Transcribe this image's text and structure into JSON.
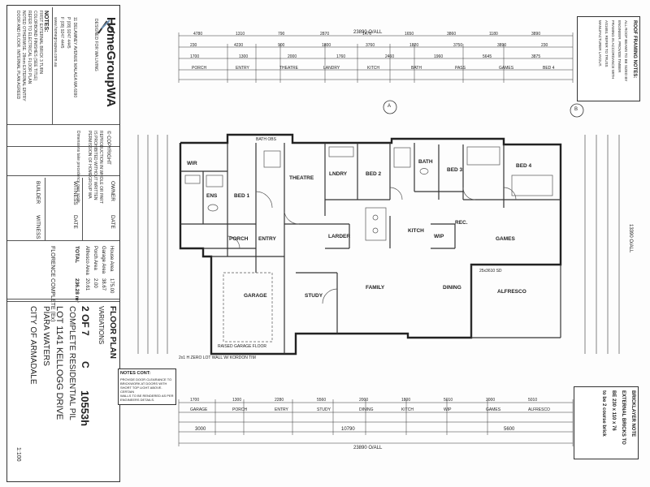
{
  "title_block": {
    "company": "HomeGroupWA",
    "company_tagline": "DESIGNED FOR WA LIVING",
    "address": "11 DELAWNEY AVENUE MALAGA WA 6090",
    "phone": "P (08) 9247 4445",
    "fax": "F (08) 9247 4445",
    "web": "www.homegroupwa.com.au",
    "notes_title": "NOTES:",
    "notes_lines": [
      "FIRST EXTERNAL BRICK 3 TURN",
      "COLORBOND FINISHES (SEE TITLE)",
      "REFER TO ELECTRICAL FLOOR PLAN",
      "NOTED OTHERWISE. 28mm EXTERNAL ENTRY",
      "DOOR AND FLOOR. INTERNAL PLAN AGREED"
    ],
    "copyright": "© COPYRIGHT",
    "copyright_lines": [
      "REPRODUCTION IN WHOLE OR PART",
      "IS PROHIBITED WITHOUT WRITTEN",
      "PERMISSION OF HOMEGROUP WA"
    ],
    "dims_note": "Dimensions take precedence over scale",
    "sign_rows": [
      {
        "label": "OWNER",
        "value": "DATE"
      },
      {
        "label": "WITNESS",
        "value": "DATE"
      },
      {
        "label": "BUILDER",
        "value": "WITNESS"
      }
    ],
    "areas": [
      {
        "label": "House Area",
        "value": "175.00"
      },
      {
        "label": "Garage Area",
        "value": "38.67"
      },
      {
        "label": "Porch Area",
        "value": "2.00"
      },
      {
        "label": "Alfresco Area",
        "value": "20.61"
      },
      {
        "label": "TOTAL",
        "value": "236.28 m²"
      }
    ],
    "florence": "FLORENCE COMPLETE (Ex)",
    "drawing_title": "FLOOR PLAN",
    "variations": "VARIATIONS",
    "sheet": "2 OF 7",
    "job_no": "10553h",
    "rev": "C",
    "project": "COMPLETE RESIDENTIAL PIL",
    "lot": "LOT 1141 KELLOGG DRIVE",
    "estate": "PIARA WATERS",
    "council": "CITY OF ARMADALE",
    "scale": "1:100"
  },
  "plan": {
    "overall_top": "23890 O/ALL",
    "overall_bottom": "23890 O/ALL",
    "overall_right": "13390 O/ALL",
    "top_dims_row1": [
      "4780",
      "1310",
      "790",
      "2870",
      "1470",
      "1650",
      "3860",
      "1180",
      "3890"
    ],
    "top_dims_row2": [
      "230",
      "4230",
      "900",
      "1800",
      "3760",
      "1820",
      "3750",
      "3890",
      "230"
    ],
    "top_dims_row3": [
      "1700",
      "1300",
      "2000",
      "1760",
      "2460",
      "1960",
      "5645",
      "3875"
    ],
    "top_room_labels": [
      "PORCH",
      "ENTRY",
      "THEATRE",
      "LANDRY",
      "KITCH",
      "BATH",
      "PASS",
      "GAMES",
      "BED 4"
    ],
    "bottom_dims_row1": [
      "1700",
      "1300",
      "2280",
      "5560",
      "2000",
      "1800",
      "5010",
      "3000",
      "5010"
    ],
    "bottom_dims_row2": [
      "3000",
      "10790",
      "5600"
    ],
    "bottom_room_labels": [
      "GARAGE",
      "PORCH",
      "ENTRY",
      "STUDY",
      "DINING",
      "KITCH",
      "WIP",
      "GAMES",
      "ALFRESCO"
    ],
    "rooms": [
      {
        "label": "WIR"
      },
      {
        "label": "ENS"
      },
      {
        "label": "BED 1"
      },
      {
        "label": "THEATRE"
      },
      {
        "label": "PORCH"
      },
      {
        "label": "ENTRY"
      },
      {
        "label": "GARAGE"
      },
      {
        "label": "STUDY"
      },
      {
        "label": "LNDRY"
      },
      {
        "label": "BED 2"
      },
      {
        "label": "BATH"
      },
      {
        "label": "BED 3"
      },
      {
        "label": "BED 4"
      },
      {
        "label": "LARDER"
      },
      {
        "label": "KITCH"
      },
      {
        "label": "WIP"
      },
      {
        "label": "FAMILY"
      },
      {
        "label": "DINING"
      },
      {
        "label": "GAMES"
      },
      {
        "label": "ALFRESCO"
      },
      {
        "label": "REC."
      }
    ],
    "garage_note": "RAISED GARAGE FLOOR",
    "sliding_door": "2x1 H ZERO LOT WALL W/ KORDON TIM",
    "alfresco_slab": "25x3610 SD",
    "bath_obs": "BATH OBS",
    "notes_cont_title": "NOTES CONT:",
    "notes_cont_lines": [
      "PROVIDE DOOR CLEARANCE TO",
      "BRICKWORK AT DOORS WITH",
      "SHORT TOP LIGHT ABOVE. CERTAIN",
      "WALLS TO BE RENDERED AS PER",
      "ENGINEERS DETAILS."
    ],
    "roof_notes_title": "ROOF FRAMING NOTES:",
    "roof_notes_lines": [
      "ALL ROOF BEAMS TO BE SIZED BY",
      "ENGINEER. PROVIDE TIMBER",
      "FRAMING IN ACCORDANCE WITH",
      "AS1684. REFER TO TRUSS",
      "MANUFACTURER LAYOUT."
    ],
    "brick_notes_title": "BRICKLAYER NOTE",
    "brick_notes_lines": [
      "EXTERNAL BRICKS TO",
      "BE 230 x 110 x 76",
      "to be 2 course brick"
    ],
    "section_a": "A",
    "section_b": "B"
  }
}
